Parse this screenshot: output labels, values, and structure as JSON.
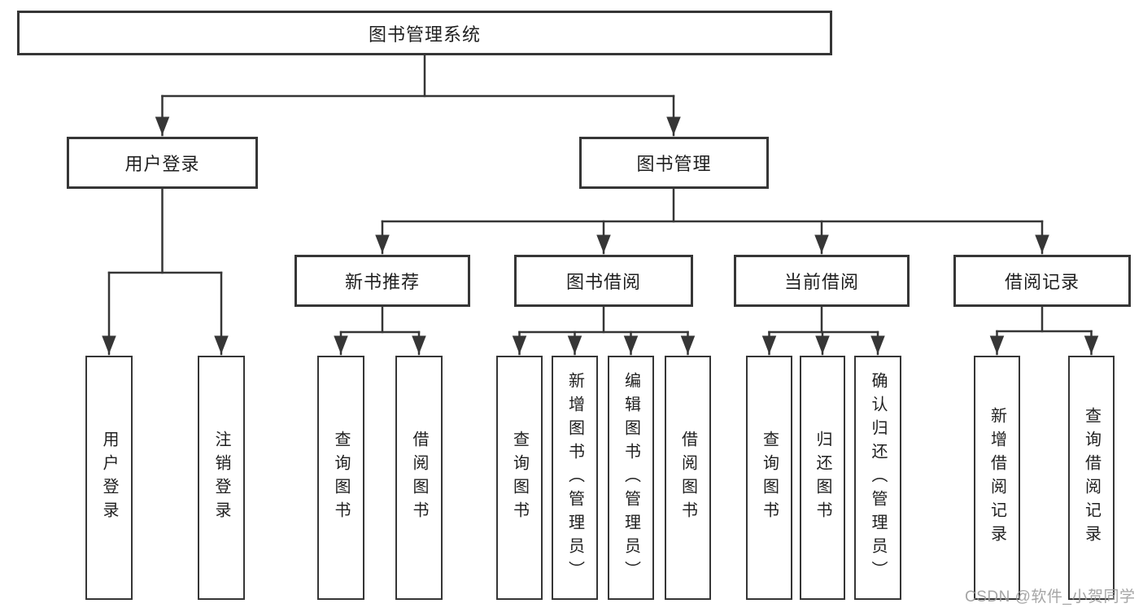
{
  "tree": {
    "root": "图书管理系统",
    "level2": [
      {
        "label": "用户登录",
        "leaves": [
          "用户登录",
          "注销登录"
        ]
      },
      {
        "label": "图书管理",
        "sections": [
          {
            "label": "新书推荐",
            "leaves": [
              "查询图书",
              "借阅图书"
            ]
          },
          {
            "label": "图书借阅",
            "leaves": [
              "查询图书",
              "新增图书（管理员）",
              "编辑图书（管理员）",
              "借阅图书"
            ]
          },
          {
            "label": "当前借阅",
            "leaves": [
              "查询图书",
              "归还图书",
              "确认归还（管理员）"
            ]
          },
          {
            "label": "借阅记录",
            "leaves": [
              "新增借阅记录",
              "查询借阅记录"
            ]
          }
        ]
      }
    ]
  },
  "watermark": "CSDN @软件_小贺同学",
  "colors": {
    "line": "#363636",
    "box_border": "#363636",
    "text": "#1f1f1f",
    "watermark": "#9c9c9c",
    "background": "#ffffff"
  }
}
